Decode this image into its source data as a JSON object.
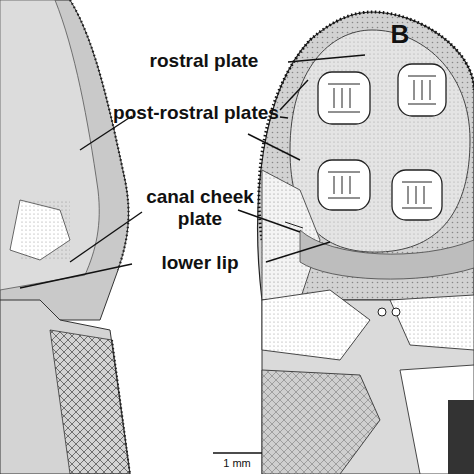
{
  "diagram": {
    "labels": [
      "B",
      "rostral plate",
      "post-rostral plates",
      "canal cheek plate",
      "lower lip",
      "1 mm"
    ]
  }
}
